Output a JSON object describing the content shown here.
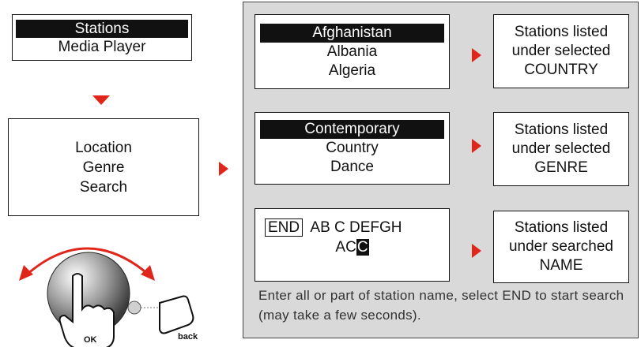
{
  "main_menu": {
    "selected": "Stations",
    "other": "Media Player"
  },
  "stations_menu": {
    "items": [
      "Location",
      "Genre",
      "Search"
    ]
  },
  "location_list": {
    "selected": "Afghanistan",
    "items": [
      "Albania",
      "Algeria"
    ]
  },
  "location_result": {
    "line1": "Stations listed",
    "line2": "under selected",
    "line3": "COUNTRY"
  },
  "genre_list": {
    "selected": "Contemporary",
    "items": [
      "Country",
      "Dance"
    ]
  },
  "genre_result": {
    "line1": "Stations listed",
    "line2": "under selected",
    "line3": "GENRE"
  },
  "search": {
    "end_key": "END",
    "letters": "AB C DEFGH",
    "entry_prefix": "AC",
    "entry_cursor": "C"
  },
  "search_result": {
    "line1": "Stations listed",
    "line2": "under searched",
    "line3": "NAME"
  },
  "caption": "Enter all or part of station name, select END to start search (may take a few seconds).",
  "remote_labels": {
    "ok": "OK",
    "back": "back"
  },
  "colors": {
    "arrow": "#e0261b",
    "panel": "#d9d9d9"
  }
}
